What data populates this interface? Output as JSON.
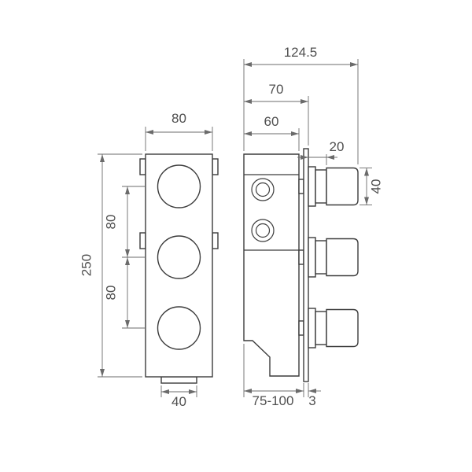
{
  "front": {
    "width": "80",
    "height": "250",
    "knob_spacing_upper": "80",
    "knob_spacing_lower": "80",
    "tab_width": "40"
  },
  "side": {
    "total_depth": "124.5",
    "plate_face_depth": "70",
    "body_depth": "60",
    "collar_width": "20",
    "handle_diameter": "40",
    "install_depth_range": "75-100",
    "plate_thickness": "3"
  },
  "colors": {
    "line": "#3c3c3c",
    "dimension": "#6b6b6b",
    "text": "#4f4f4f",
    "background": "#ffffff"
  }
}
